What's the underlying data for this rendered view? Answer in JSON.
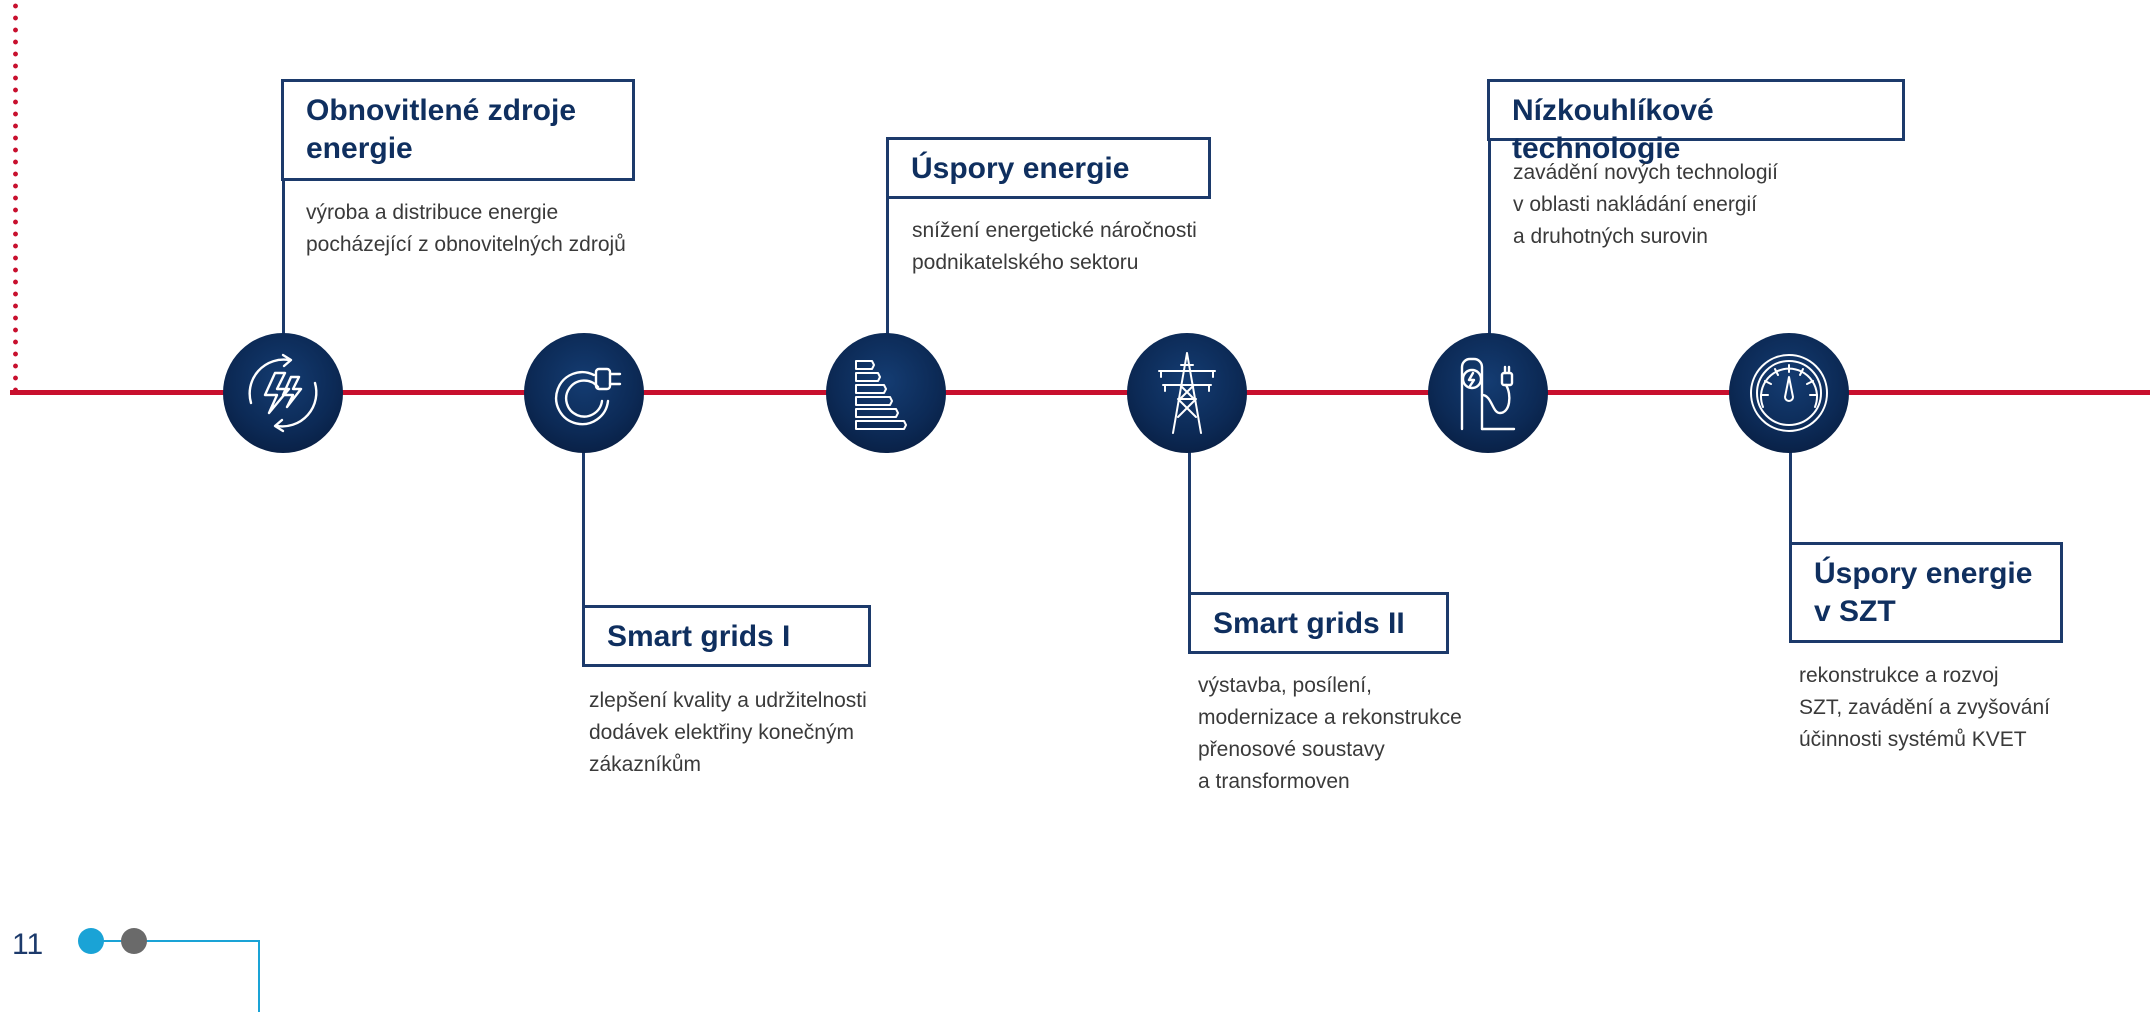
{
  "colors": {
    "accent_red": "#c8102e",
    "navy": "#0f2f5f",
    "circle_fill": "#0c2a56",
    "nav_blue": "#1aa3d6",
    "nav_gray": "#6a6a6a"
  },
  "items": [
    {
      "title": "Obnovitlené zdroje energie",
      "description": "výroba a distribuce energie\npocházející z obnovitelných zdrojů",
      "icon": "renewable-energy-icon"
    },
    {
      "title": "Smart grids I",
      "description": "zlepšení kvality a udržitelnosti\ndodávek elektřiny konečným\nzákazníkům",
      "icon": "plug-icon"
    },
    {
      "title": "Úspory energie",
      "description": "snížení energetické náročnosti\npodnikatelského sektoru",
      "icon": "energy-efficiency-icon"
    },
    {
      "title": "Smart grids II",
      "description": "výstavba, posílení,\nmodernizace a rekonstrukce\npřenosové soustavy\na transformoven",
      "icon": "transmission-tower-icon"
    },
    {
      "title": "Nízkouhlíkové technologie",
      "description": "zavádění nových technologií\nv oblasti nakládání energií\na druhotných surovin",
      "icon": "charging-station-icon"
    },
    {
      "title": "Úspory energie v SZT",
      "description": "rekonstrukce a rozvoj\nSZT, zavádění a zvyšování\núčinnosti systémů KVET",
      "icon": "gauge-icon"
    }
  ],
  "page_number": "11"
}
